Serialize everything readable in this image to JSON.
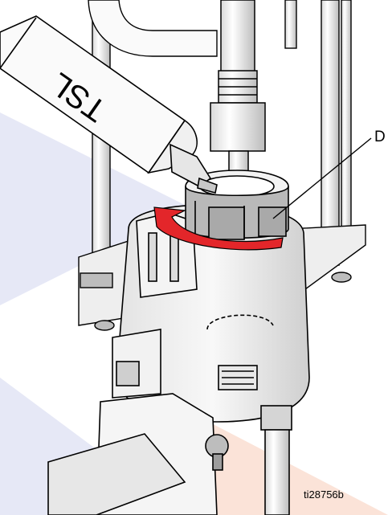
{
  "figure": {
    "bottle_label": "TSL",
    "callout_letter": "D",
    "figure_id": "ti28756b"
  },
  "colors": {
    "arrow": "#e3262a",
    "watermark_blue": "#e6e8f6",
    "watermark_orange": "#fbe3d8",
    "line": "#000000",
    "part_light": "#f0f0f0",
    "part_mid": "#bdbdbd",
    "part_dark": "#7a7a7a"
  },
  "icons": {
    "rotation_arrow": "curved-arrow-icon"
  }
}
